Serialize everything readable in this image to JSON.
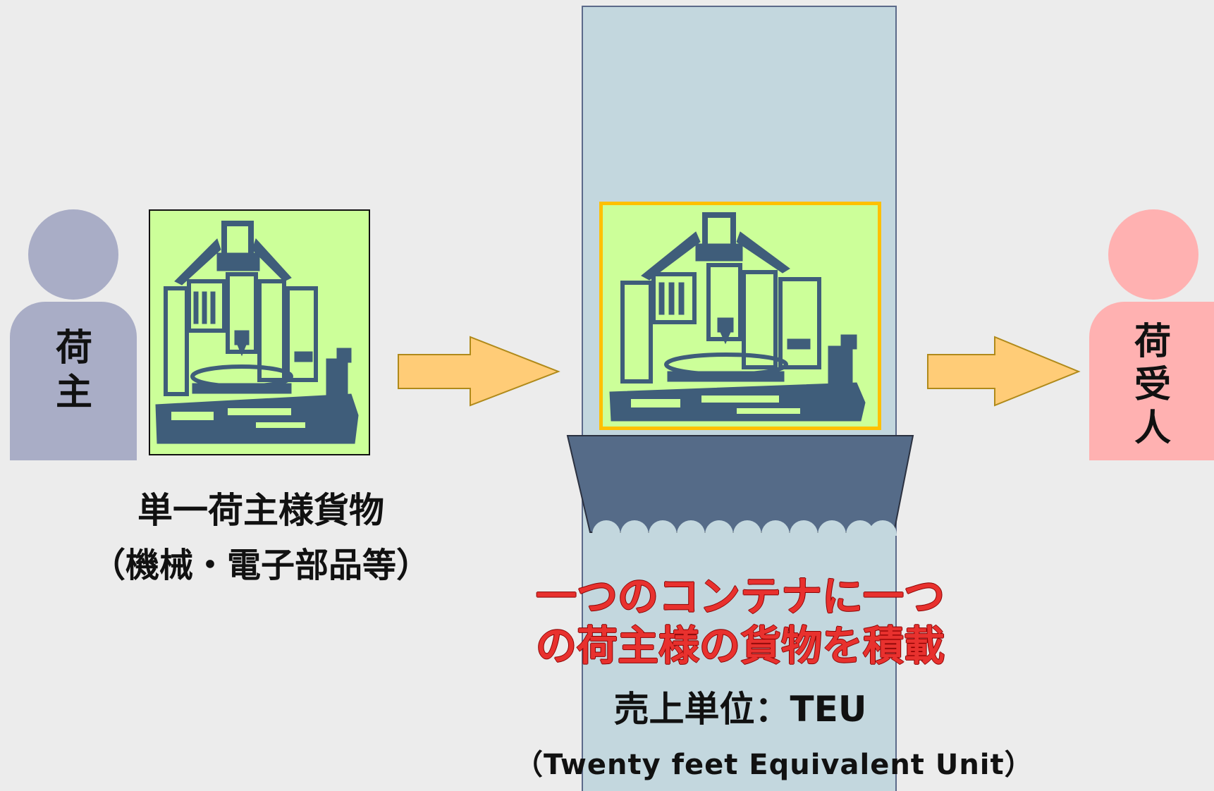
{
  "shipper": {
    "label_chars": [
      "荷",
      "主"
    ],
    "color": "#a9adc6"
  },
  "consignee": {
    "label_chars": [
      "荷",
      "受",
      "人"
    ],
    "color": "#ffb1b1"
  },
  "cargo_caption": {
    "line1": "単一荷主様貨物",
    "line2": "（機械・電子部品等）"
  },
  "container_caption": {
    "red_line1": "一つのコンテナに一つ",
    "red_line2": "の荷主様の貨物を積載",
    "sales_unit": "売上単位：TEU",
    "teu_expansion": "（Twenty feet Equivalent Unit）"
  },
  "colors": {
    "background": "#ececec",
    "container_column": "#c3d7de",
    "hopper": "#556b88",
    "arrow_fill": "#ffcc77",
    "arrow_stroke": "#b08a1a",
    "cargo_bg": "#ccff99",
    "cargo_frame_highlight": "#ffc000",
    "red_text": "#e8312e"
  },
  "icons": [
    "person-icon",
    "machine-tool-icon",
    "arrow-right-icon",
    "hopper-icon"
  ]
}
